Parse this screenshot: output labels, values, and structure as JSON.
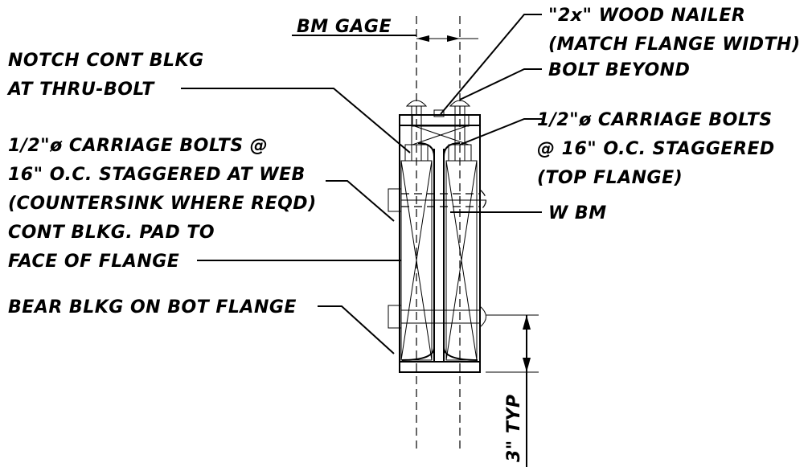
{
  "labels": {
    "bm_gage": "BM GAGE",
    "nailer_1": "\"2x\" WOOD NAILER",
    "nailer_2": "(MATCH FLANGE WIDTH)",
    "bolt_beyond": "BOLT BEYOND",
    "notch_1": "NOTCH CONT BLKG",
    "notch_2": "AT THRU-BOLT",
    "carriage_top_1": "1/2\"ø CARRIAGE BOLTS",
    "carriage_top_2": "@ 16\" O.C. STAGGERED",
    "carriage_top_3": "(TOP FLANGE)",
    "carriage_web_1": "1/2\"ø CARRIAGE BOLTS @",
    "carriage_web_2": "16\" O.C. STAGGERED AT WEB",
    "carriage_web_3": "(COUNTERSINK WHERE REQD)",
    "w_bm": "W BM",
    "cont_blkg_1": "CONT BLKG. PAD TO",
    "cont_blkg_2": "FACE OF FLANGE",
    "bear_blkg": "BEAR BLKG ON BOT FLANGE",
    "typ_dim": "3\" TYP"
  }
}
